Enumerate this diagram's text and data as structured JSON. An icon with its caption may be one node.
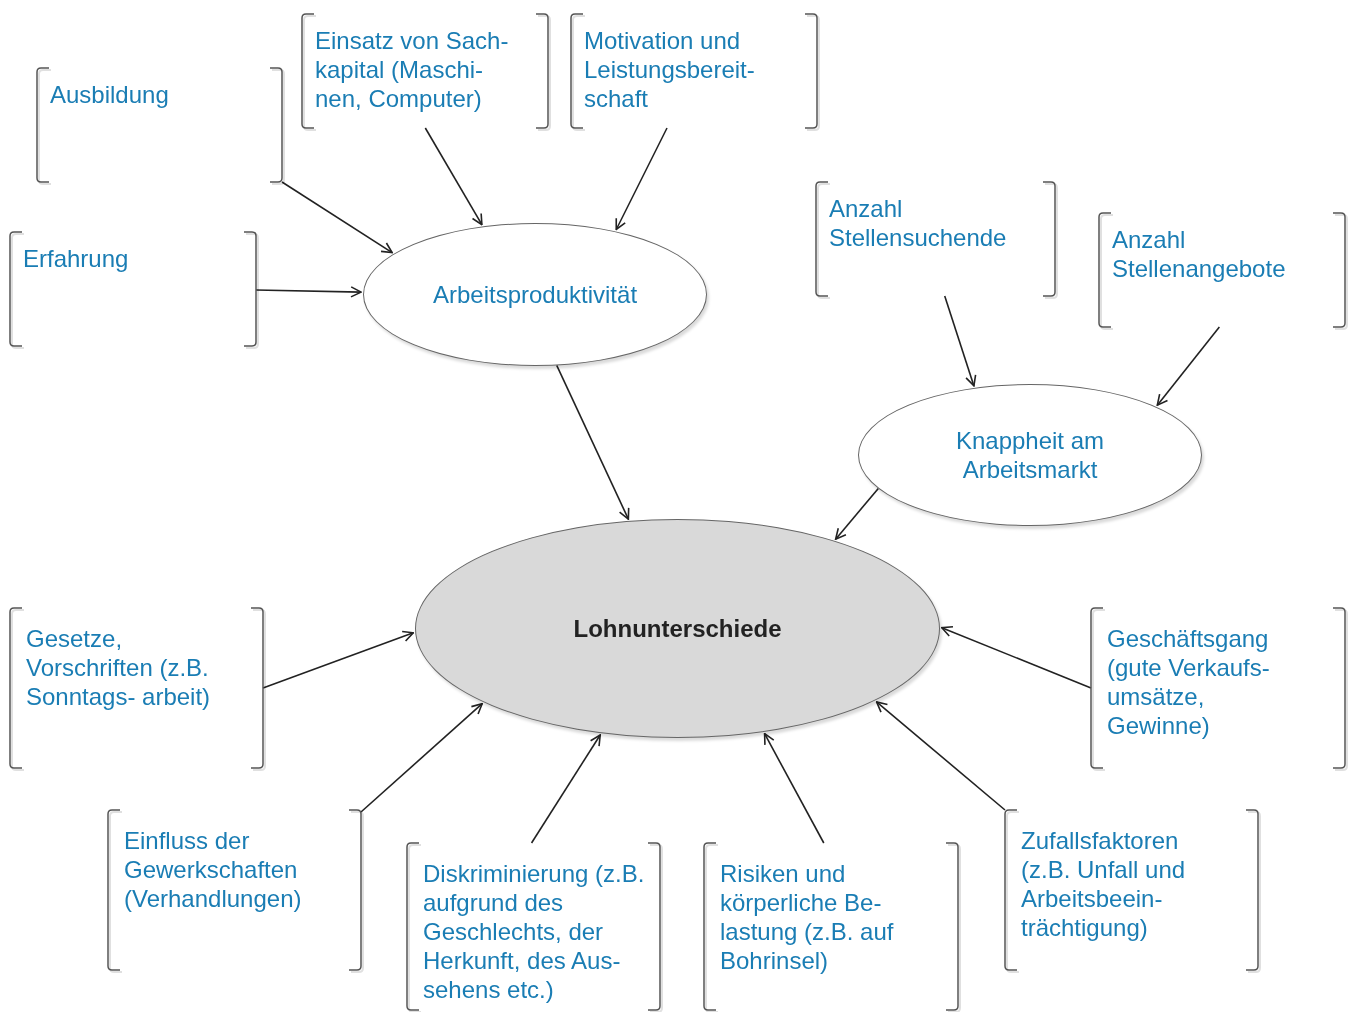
{
  "diagram": {
    "nodes": [
      {
        "text": [
          "Ausbildung"
        ]
      },
      {
        "text": [
          "Einsatz von Sach- kapital (Maschi- nen, Computer)"
        ]
      },
      {
        "text": [
          "Motivation und Leistungsbereit- schaft"
        ]
      },
      {
        "text": [
          "Erfahrung"
        ]
      },
      {
        "text": [
          "Arbeitsproduktivität"
        ]
      },
      {
        "text": [
          "Anzahl Stellensuchende"
        ]
      },
      {
        "text": [
          "Anzahl Stellenangebote"
        ]
      },
      {
        "text": [
          "Knappheit am Arbeitsmarkt"
        ]
      },
      {
        "text": [
          "Lohnunterschiede"
        ]
      },
      {
        "text": [
          "Gesetze, Vorschriften (z.B. Sonntags- arbeit)"
        ]
      },
      {
        "text": [
          "Geschäftsgang (gute Verkaufs- umsätze, Gewinne)"
        ]
      },
      {
        "text": [
          "Einfluss der Gewerkschaften (Verhandlungen)"
        ]
      },
      {
        "text": [
          "Diskriminierung (z.B. aufgrund des Geschlechts, der Herkunft, des Aus- sehens etc.)"
        ]
      },
      {
        "text": [
          "Risiken und körperliche Be- lastung (z.B. auf Bohrinsel)"
        ]
      },
      {
        "text": [
          "Zufallsfaktoren (z.B. Unfall und Arbeitsbeein- trächtigung)"
        ]
      }
    ],
    "edges": [
      {
        "from": 0,
        "to": 4,
        "arrow": "to"
      },
      {
        "from": 1,
        "to": 4,
        "arrow": "to"
      },
      {
        "from": 2,
        "to": 4,
        "arrow": "to"
      },
      {
        "from": 3,
        "to": 4,
        "arrow": "to"
      },
      {
        "from": 4,
        "to": 8,
        "arrow": "to"
      },
      {
        "from": 5,
        "to": 7,
        "arrow": "to"
      },
      {
        "from": 6,
        "to": 7,
        "arrow": "to"
      },
      {
        "from": 7,
        "to": 8,
        "arrow": "to"
      },
      {
        "from": 9,
        "to": 8,
        "arrow": "to"
      },
      {
        "from": 10,
        "to": 8,
        "arrow": "to"
      },
      {
        "from": 11,
        "to": 8,
        "arrow": "to"
      },
      {
        "from": 12,
        "to": 8,
        "arrow": "to"
      },
      {
        "from": 13,
        "to": 8,
        "arrow": "to"
      },
      {
        "from": 14,
        "to": 8,
        "arrow": "to"
      }
    ]
  }
}
